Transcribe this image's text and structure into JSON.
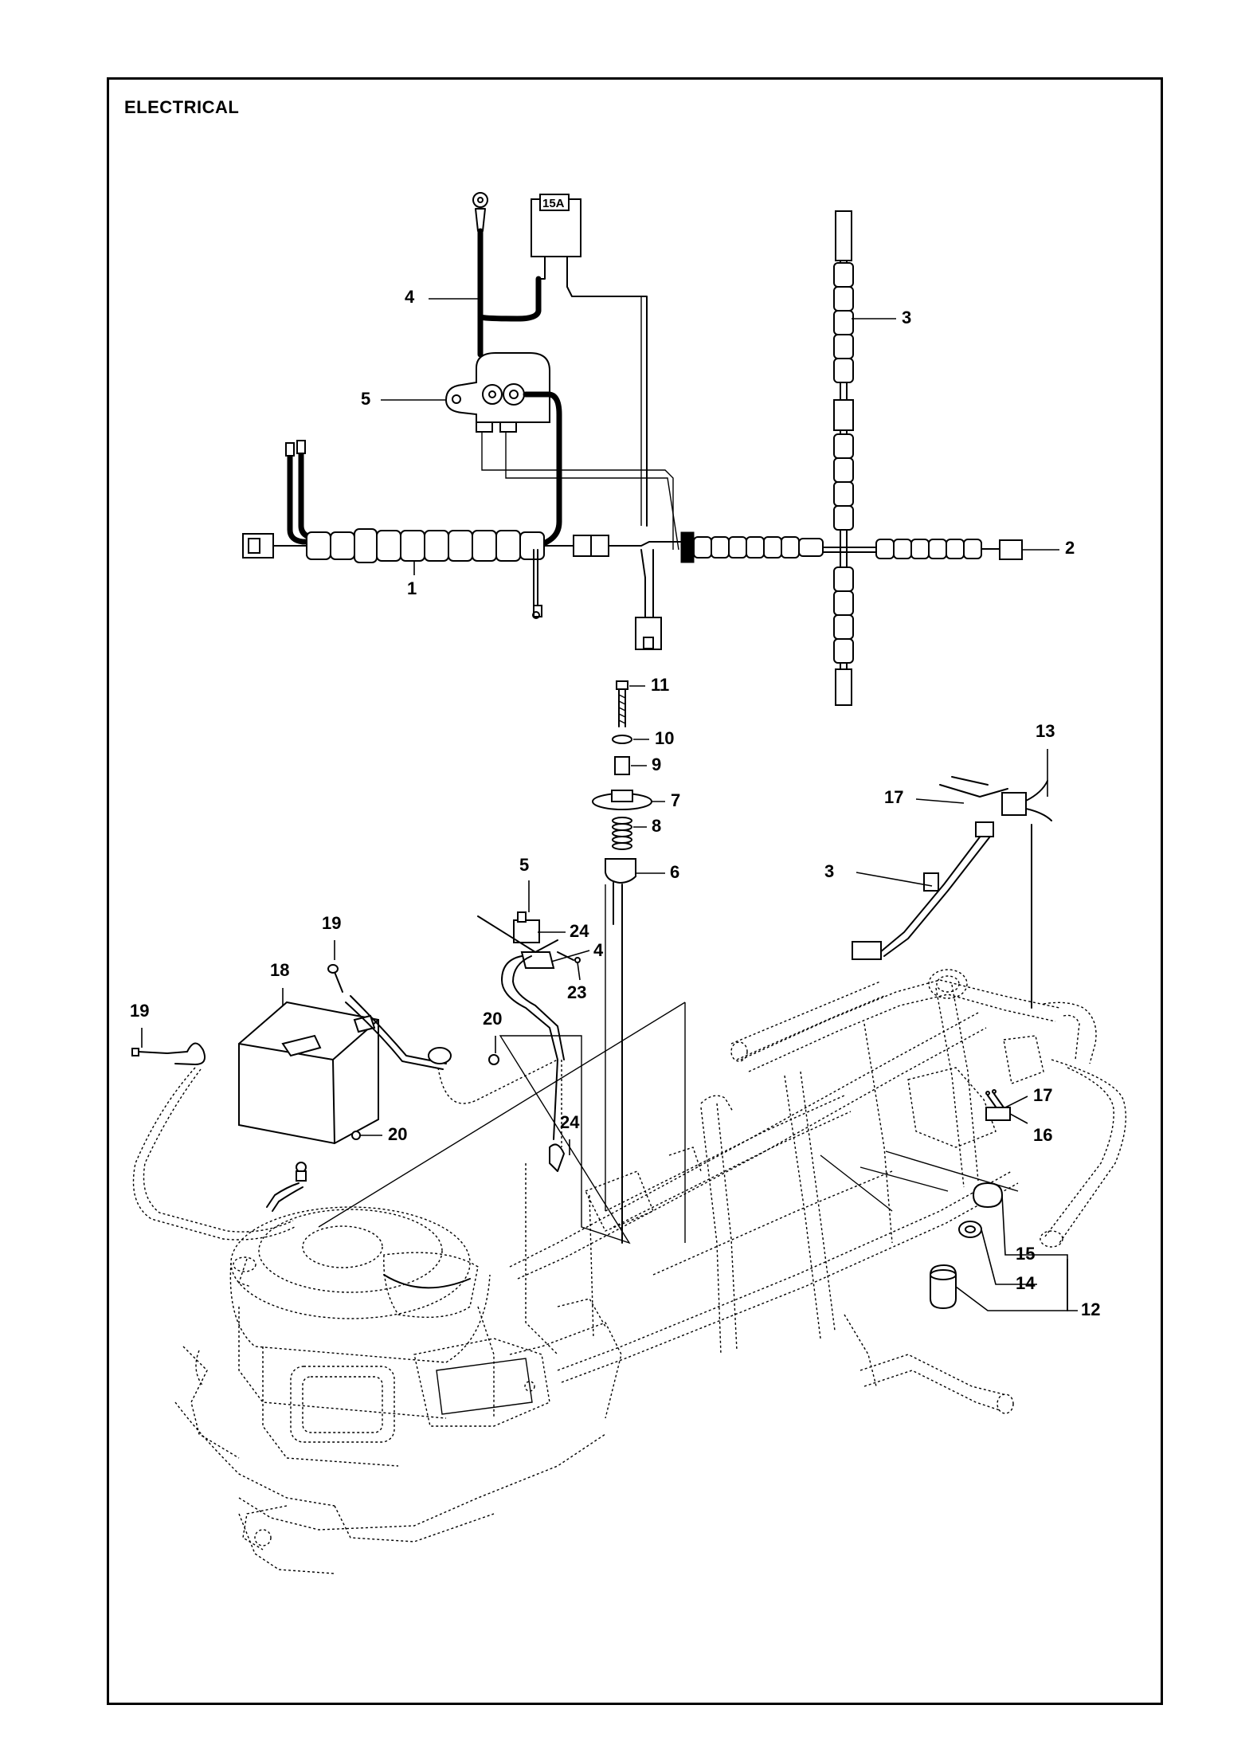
{
  "title": "ELECTRICAL",
  "fuse_label": "15A",
  "callouts": [
    {
      "id": "c-4a",
      "text": "4"
    },
    {
      "id": "c-5a",
      "text": "5"
    },
    {
      "id": "c-3a",
      "text": "3"
    },
    {
      "id": "c-2",
      "text": "2"
    },
    {
      "id": "c-1",
      "text": "1"
    },
    {
      "id": "c-11",
      "text": "11"
    },
    {
      "id": "c-10",
      "text": "10"
    },
    {
      "id": "c-9",
      "text": "9"
    },
    {
      "id": "c-7",
      "text": "7"
    },
    {
      "id": "c-8",
      "text": "8"
    },
    {
      "id": "c-6",
      "text": "6"
    },
    {
      "id": "c-13",
      "text": "13"
    },
    {
      "id": "c-17a",
      "text": "17"
    },
    {
      "id": "c-3b",
      "text": "3"
    },
    {
      "id": "c-5b",
      "text": "5"
    },
    {
      "id": "c-24a",
      "text": "24"
    },
    {
      "id": "c-4b",
      "text": "4"
    },
    {
      "id": "c-23",
      "text": "23"
    },
    {
      "id": "c-19a",
      "text": "19"
    },
    {
      "id": "c-18",
      "text": "18"
    },
    {
      "id": "c-19b",
      "text": "19"
    },
    {
      "id": "c-20a",
      "text": "20"
    },
    {
      "id": "c-20b",
      "text": "20"
    },
    {
      "id": "c-24b",
      "text": "24"
    },
    {
      "id": "c-17b",
      "text": "17"
    },
    {
      "id": "c-16",
      "text": "16"
    },
    {
      "id": "c-15",
      "text": "15"
    },
    {
      "id": "c-14",
      "text": "14"
    },
    {
      "id": "c-12",
      "text": "12"
    }
  ]
}
